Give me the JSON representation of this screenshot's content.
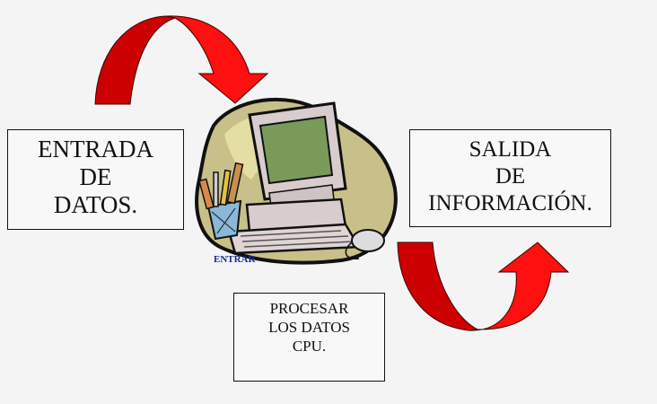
{
  "diagram": {
    "boxes": {
      "entrada": {
        "lines": [
          "ENTRADA",
          "DE",
          "DATOS."
        ]
      },
      "salida": {
        "lines": [
          "SALIDA",
          "DE",
          "INFORMACIÓN."
        ]
      },
      "procesar": {
        "lines": [
          "PROCESAR",
          "LOS DATOS",
          "CPU."
        ]
      }
    },
    "computer_caption": "ENTRAR",
    "colors": {
      "arrow_dark": "#cc0000",
      "arrow_light": "#ff1010",
      "blob": "#c8c088",
      "screen": "#7a9a5a",
      "computer_body": "#d8cccc",
      "caption": "#1a2a9a"
    },
    "arrows": [
      {
        "name": "arrow-input-to-computer",
        "direction": "curved-down-right"
      },
      {
        "name": "arrow-computer-to-output",
        "direction": "curved-up-right"
      }
    ]
  }
}
